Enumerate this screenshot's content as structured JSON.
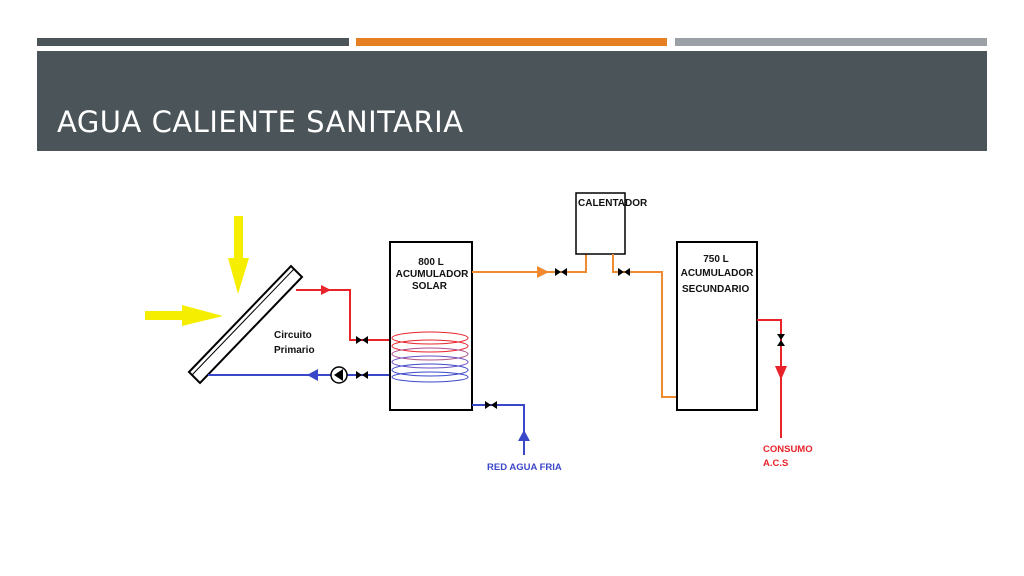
{
  "slide": {
    "title": "AGUA CALIENTE SANITARIA"
  },
  "diagram": {
    "solar_tank": {
      "line1": "800 L",
      "line2": "ACUMULADOR",
      "line3": "SOLAR"
    },
    "heater": {
      "label": "CALENTADOR"
    },
    "secondary_tank": {
      "line1": "750 L",
      "line2": "ACUMULADOR",
      "line3": "SECUNDARIO"
    },
    "primary_circuit": {
      "line1": "Circuito",
      "line2": "Primario"
    },
    "cold_water_label": "RED AGUA FRIA",
    "consumption": {
      "line1": "CONSUMO",
      "line2": "A.C.S"
    }
  },
  "colors": {
    "header": "#4a5459",
    "accent_orange": "#e67e22",
    "hot_pipe": "#e8232a",
    "cold_pipe": "#3b47c9",
    "dhw_pipe": "#f08a30",
    "sun_arrow": "#f5ee00"
  }
}
